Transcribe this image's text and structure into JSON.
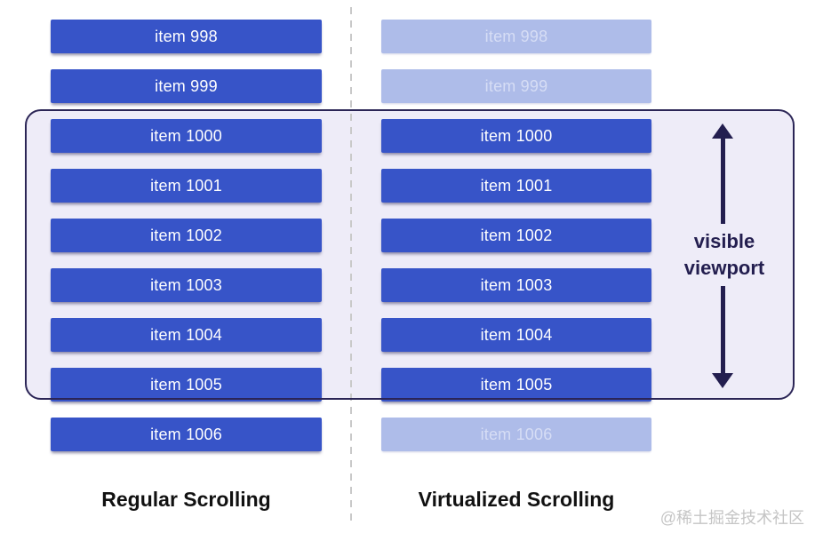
{
  "diagram": {
    "left_column": {
      "title": "Regular Scrolling",
      "items": [
        {
          "label": "item 998",
          "faded": false
        },
        {
          "label": "item 999",
          "faded": false
        },
        {
          "label": "item 1000",
          "faded": false
        },
        {
          "label": "item 1001",
          "faded": false
        },
        {
          "label": "item 1002",
          "faded": false
        },
        {
          "label": "item 1003",
          "faded": false
        },
        {
          "label": "item 1004",
          "faded": false
        },
        {
          "label": "item 1005",
          "faded": false
        },
        {
          "label": "item 1006",
          "faded": false
        }
      ]
    },
    "right_column": {
      "title": "Virtualized Scrolling",
      "items": [
        {
          "label": "item 998",
          "faded": true
        },
        {
          "label": "item 999",
          "faded": true
        },
        {
          "label": "item 1000",
          "faded": false
        },
        {
          "label": "item 1001",
          "faded": false
        },
        {
          "label": "item 1002",
          "faded": false
        },
        {
          "label": "item 1003",
          "faded": false
        },
        {
          "label": "item 1004",
          "faded": false
        },
        {
          "label": "item 1005",
          "faded": false
        },
        {
          "label": "item 1006",
          "faded": true
        }
      ]
    },
    "viewport": {
      "label": "visible viewport"
    },
    "watermark": "@稀土掘金技术社区",
    "colors": {
      "item_solid": "#3754c8",
      "item_text": "#ffffff",
      "item_faded": "#aebce9",
      "item_faded_text": "#d6ddf5",
      "viewport_fill": "#eeecf8",
      "viewport_border": "#2b2556",
      "arrow": "#231e4f",
      "heading": "#111111",
      "divider": "#c9c9c9",
      "watermark": "#c5c5c5"
    }
  }
}
